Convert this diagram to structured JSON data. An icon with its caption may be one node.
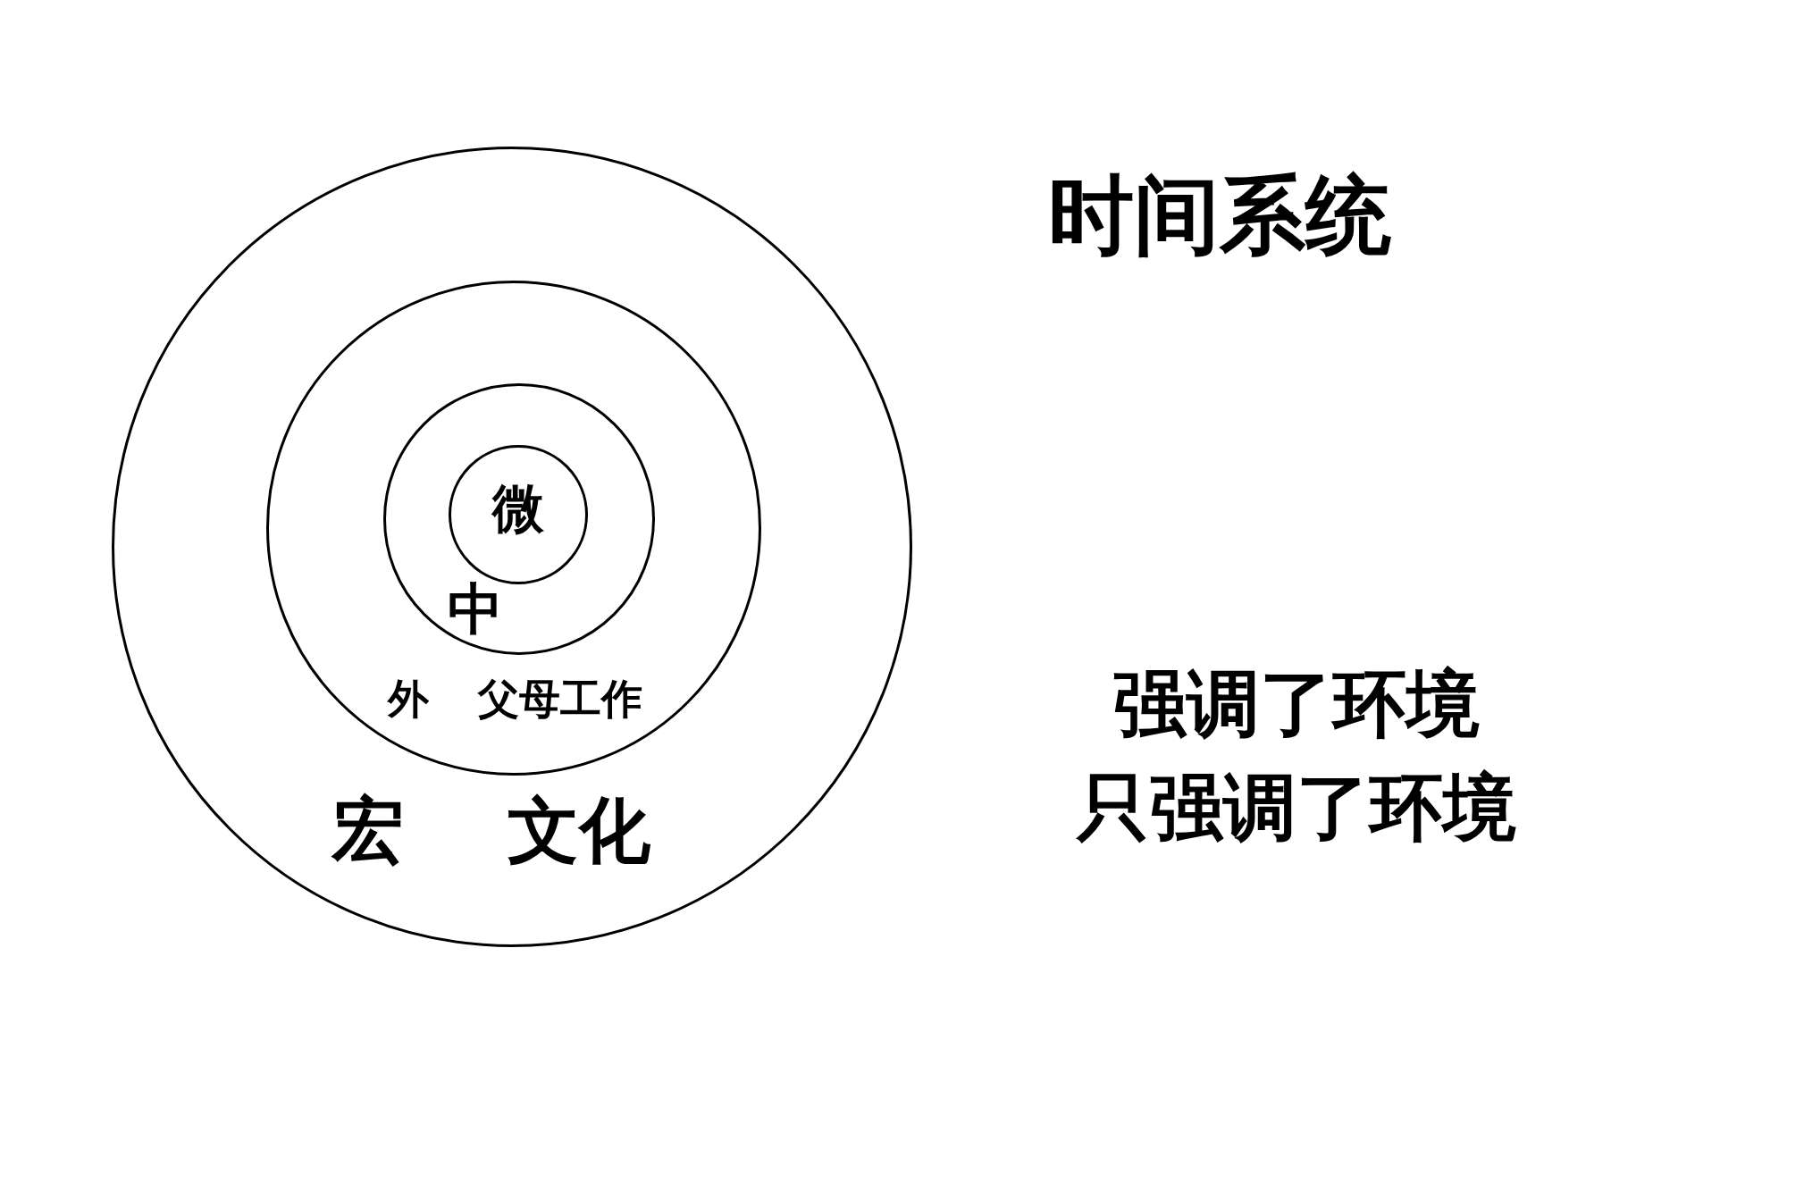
{
  "diagram": {
    "title": "时间系统",
    "nodes": [
      {
        "text": [
          "宏",
          "文化"
        ]
      },
      {
        "text": [
          "外",
          "父母工作"
        ],
        "in": 0
      },
      {
        "text": [
          "中"
        ],
        "in": 1
      },
      {
        "text": [
          "微"
        ],
        "in": 2
      }
    ],
    "labels": [
      "强调了环境",
      "只强调了环境"
    ]
  }
}
